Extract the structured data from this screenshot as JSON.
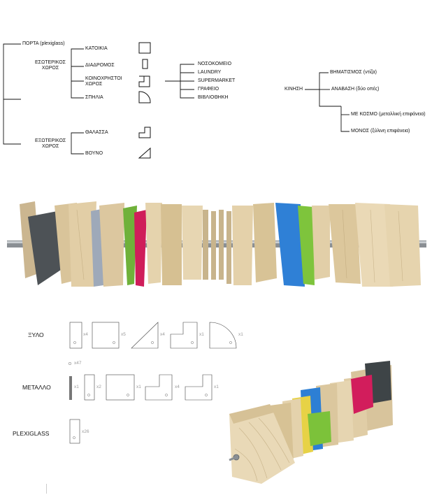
{
  "tree_left": {
    "root": "ΠΟΡΤΑ (plexiglass)",
    "interior": "ΕΣΩΤΕΡΙΚΟΣ\nΧΩΡΟΣ",
    "interior_items": [
      "ΚΑΤΟΙΚΙΑ",
      "ΔΙΑΔΡΟΜΟΣ",
      "ΚΟΙΝΟΧΡΗΣΤΟΙ\nΧΩΡΟΣ",
      "ΣΠΗΛΙΑ"
    ],
    "public_spaces": [
      "ΝΟΣΟΚΟΜΕΙΟ",
      "LAUNDRY",
      "SUPERMARKET",
      "ΓΡΑΦΕΙΟ",
      "ΒΙΒΛΙΟΘΗΚΗ"
    ],
    "exterior": "ΕΞΩΤΕΡΙΚΟΣ\nΧΩΡΟΣ",
    "exterior_items": [
      "ΘΑΛΑΣΣΑ",
      "ΒΟΥΝΟ"
    ]
  },
  "tree_right": {
    "root": "ΚΙΝΗΣΗ",
    "items": [
      "ΒΗΜΑΤΙΣΜΟΣ (ντίζα)",
      "ΑΝΑΒΑΣΗ (δύο οπές)",
      "ΜΕ ΚΟΣΜΟ (μεταλλική επιφάνεια)",
      "ΜΟΝΟΣ (ξύλινη επιφάνεια)"
    ]
  },
  "materials": {
    "wood": {
      "label": "ΞΥΛΟ",
      "counts": [
        "x4",
        "x5",
        "x4",
        "x1",
        "x1"
      ]
    },
    "metal_rods": "x47",
    "metal": {
      "label": "ΜΕΤΑΛΛΟ",
      "counts": [
        "x1",
        "x2",
        "x1",
        "x4",
        "x1"
      ]
    },
    "plexiglass": {
      "label": "PLEXIGLASS",
      "counts": [
        "x26"
      ]
    }
  },
  "colors": {
    "wood": "#dcc59a",
    "wood_light": "#ead8b3",
    "slate": "#4a4f52",
    "blue": "#2d7fd4",
    "green": "#7cc23a",
    "magenta": "#d21d5c",
    "yellow": "#e6d22e",
    "grey_panel": "#9aa4b4"
  },
  "icons": [
    "door-icon",
    "rod-icon",
    "hole-icon"
  ]
}
